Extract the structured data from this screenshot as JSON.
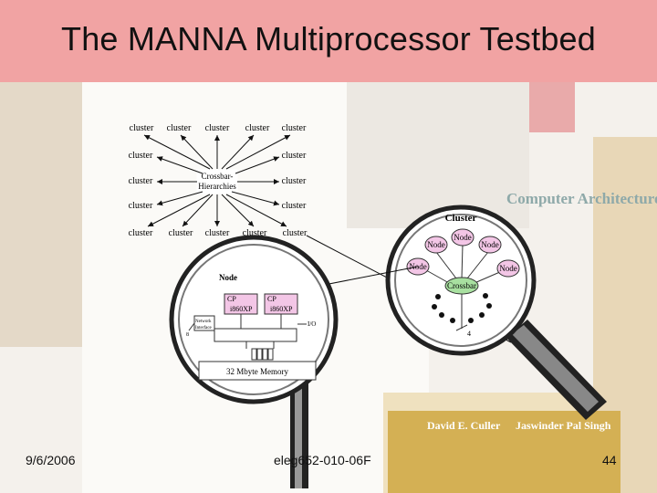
{
  "slide": {
    "title": "The MANNA Multiprocessor Testbed",
    "date": "9/6/2006",
    "course": "eleg652-010-06F",
    "page": "44"
  },
  "book_covers": {
    "left_title": "Computer Architecture",
    "right_author_1": "David E. Culler",
    "right_author_2": "Jaswinder Pal Singh"
  },
  "crossbar_diagram": {
    "cluster_label": "cluster",
    "hub_line1": "Crossbar-",
    "hub_line2": "Hierarchies"
  },
  "cluster_zoom": {
    "title": "Cluster",
    "node_label": "Node",
    "crossbar_label": "Crossbar",
    "link_count": "4"
  },
  "node_zoom": {
    "title": "Node",
    "cp_label": "CP",
    "cpu_label": "i860XP",
    "network_label_1": "Network",
    "network_label_2": "Interface",
    "io_label": "I/O",
    "link_count": "8",
    "memory_label": "32 Mbyte Memory"
  },
  "colors": {
    "title_band": "#f1a3a3",
    "node_fill": "#f3c6e6",
    "crossbar_fill": "#a8e0a0"
  }
}
